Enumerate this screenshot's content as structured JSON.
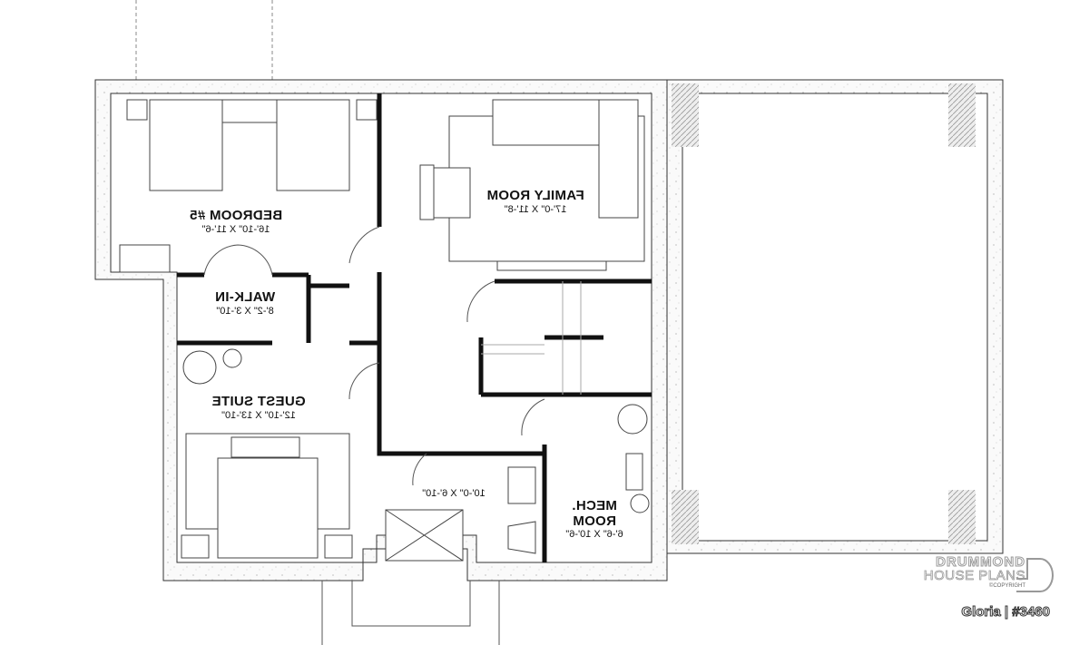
{
  "rooms": [
    {
      "name": "BEDROOM #5",
      "dims": "16'-10\" X 11'-6\""
    },
    {
      "name": "FAMILY ROOM",
      "dims": "17'-0\" X 11'-8\""
    },
    {
      "name": "WALK-IN",
      "dims": "8'-2\" X 3'-10\""
    },
    {
      "name": "GUEST SUITE",
      "dims": "12'-10\" X 13'-10\""
    },
    {
      "name": "",
      "dims": "10'-0\" X 6'-10\""
    },
    {
      "name": "MECH.",
      "name2": "ROOM",
      "dims": "6'-6\" X 10'-6\""
    }
  ],
  "logo": {
    "line1": "DRUMMOND",
    "line2": "HOUSE PLANS",
    "copyright": "©COPYRIGHT"
  },
  "plan_title": "Gloria | #3460"
}
